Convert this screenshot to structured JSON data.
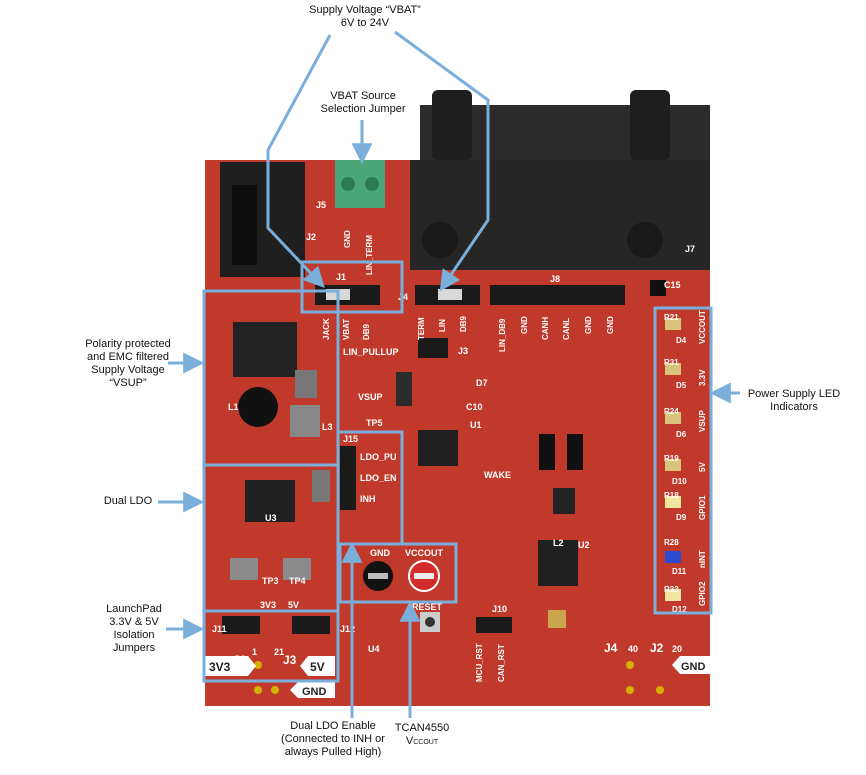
{
  "callouts": {
    "vbat": {
      "line1": "Supply Voltage “VBAT”",
      "line2": "6V to 24V"
    },
    "vbat_jumper": {
      "line1": "VBAT Source",
      "line2": "Selection Jumper"
    },
    "vsup": {
      "line1": "Polarity protected",
      "line2": "and EMC filtered",
      "line3": "Supply Voltage",
      "line4": "“VSUP”"
    },
    "dual_ldo": {
      "line1": "Dual LDO"
    },
    "launchpad": {
      "line1": "LaunchPad",
      "line2": "3.3V & 5V",
      "line3": "Isolation",
      "line4": "Jumpers"
    },
    "ldo_enable": {
      "line1": "Dual LDO Enable",
      "line2": "(Connected to INH or",
      "line3": "always Pulled High)"
    },
    "vccout": {
      "line1": "TCAN4550",
      "line2": "V",
      "line2_sub": "CCOUT"
    },
    "led": {
      "line1": "Power Supply LED",
      "line2": "Indicators"
    }
  },
  "board": {
    "j1": "J1",
    "j2": "J2",
    "j3": "J3",
    "j4": "J4",
    "j5": "J5",
    "j7": "J7",
    "j8": "J8",
    "j10": "J10",
    "j11": "J11",
    "j12": "J12",
    "j15": "J15",
    "j1_pins": [
      "JACK",
      "VBAT",
      "DB9"
    ],
    "j4_pins": [
      "TERM",
      "LIN",
      "DB9"
    ],
    "j8_pins": [
      "LIN_DB9",
      "GND",
      "CANH",
      "CANL",
      "GND",
      "GND"
    ],
    "j5_pins": [
      "GND",
      "LIN_TERM"
    ],
    "lin_pullup": "LIN_PULLUP",
    "ldo_pins": [
      "LDO_PU",
      "LDO_EN",
      "INH"
    ],
    "vsup": "VSUP",
    "tp5": "TP5",
    "gnd": "GND",
    "vccout": "VCCOUT",
    "reset": "RESET",
    "wake": "WAKE",
    "tp3": "TP3",
    "tp4": "TP4",
    "v33": "3V3",
    "v5": "5V",
    "mcu_rst": "MCU_RST",
    "can_rst": "CAN_RST",
    "led_labels": [
      "VCCOUT",
      "3.3V",
      "VSUP",
      "5V",
      "GPIO1",
      "nINT",
      "GPIO2"
    ],
    "led_refs": [
      "D4",
      "D5",
      "D6",
      "D10",
      "D9",
      "D11",
      "D12"
    ],
    "res_refs": [
      "R21",
      "R31",
      "R24",
      "R19",
      "R18",
      "R28",
      "R33"
    ],
    "u1": "U1",
    "u2": "U2",
    "u3": "U3",
    "u4": "U4",
    "l1": "L1",
    "l2": "L2",
    "l3": "L3",
    "c15": "C15",
    "d7": "D7",
    "c10": "C10",
    "j4_bottom": "J4",
    "j2_bottom": "J2",
    "pin40": "40",
    "pin20": "20",
    "pin1": "1",
    "pin21": "21"
  },
  "colors": {
    "board": "#c0392b",
    "callout": "#7aaedb",
    "silk": "#ffffff"
  }
}
